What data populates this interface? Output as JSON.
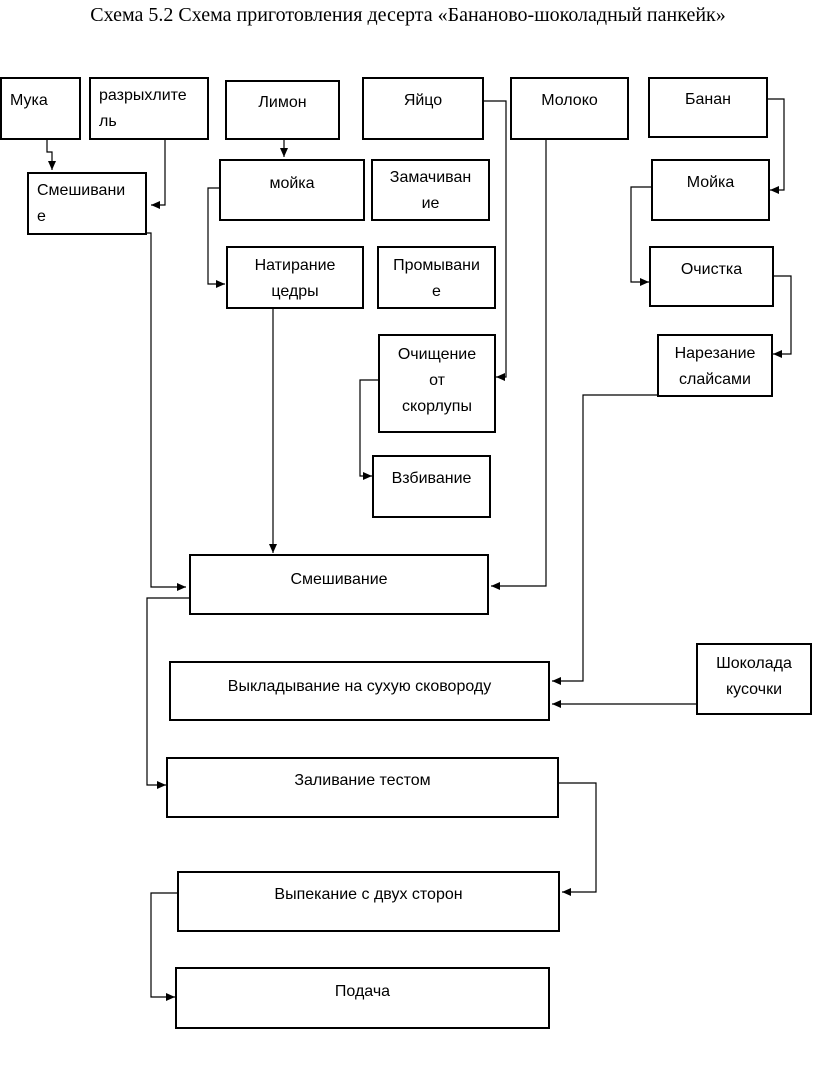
{
  "title": "Схема 5.2 Схема приготовления десерта «Бананово-шоколадный панкейк»",
  "nodes": {
    "muka": "Мука",
    "razryhlitel": "разрыхлите\nль",
    "limon": "Лимон",
    "yaico": "Яйцо",
    "moloko": "Молоко",
    "banan": "Банан",
    "smeshivanie_1": "Смешивани\nе",
    "moika_limon": "мойка",
    "zamachivanie": "Замачиван\nие",
    "moika_banan": "Мойка",
    "natiranie_cedry": "Натирание\nцедры",
    "promyvanie": "Промывани\nе",
    "ochistka": "Очистка",
    "ochishchenie": "Очищение\nот\nскорлупы",
    "narezanie": "Нарезание\nслайсами",
    "vzbivanie": "Взбивание",
    "smeshivanie_2": "Смешивание",
    "vykladyvanie": "Выкладывание на сухую сковороду",
    "shokolad": "Шоколада\nкусочки",
    "zalivanie": "Заливание тестом",
    "vypekanie": "Выпекание с двух сторон",
    "podacha": "Подача"
  },
  "colors": {
    "stroke": "#000000",
    "background": "#ffffff"
  }
}
